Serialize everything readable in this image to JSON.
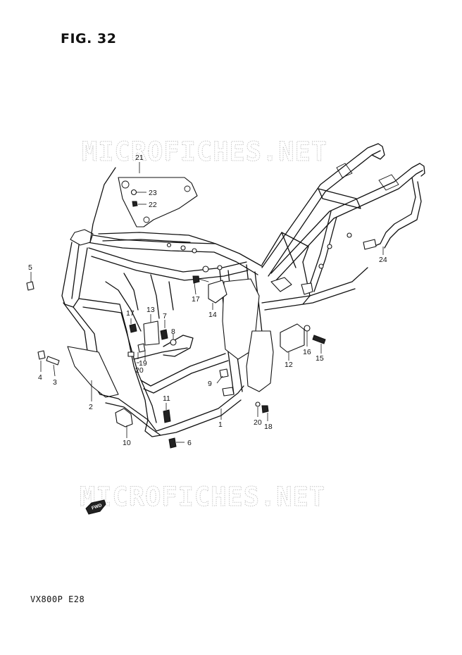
{
  "figure": {
    "title": "FIG. 32",
    "model_code": "VX800P  E28"
  },
  "watermark": {
    "text": "MICROFICHES.NET"
  },
  "direction_marker": {
    "label": "FWD"
  },
  "callouts": [
    {
      "id": "c1",
      "label": "1"
    },
    {
      "id": "c2",
      "label": "2"
    },
    {
      "id": "c3",
      "label": "3"
    },
    {
      "id": "c4",
      "label": "4"
    },
    {
      "id": "c5",
      "label": "5"
    },
    {
      "id": "c6",
      "label": "6"
    },
    {
      "id": "c7",
      "label": "7"
    },
    {
      "id": "c8",
      "label": "8"
    },
    {
      "id": "c9",
      "label": "9"
    },
    {
      "id": "c10",
      "label": "10"
    },
    {
      "id": "c11",
      "label": "11"
    },
    {
      "id": "c12",
      "label": "12"
    },
    {
      "id": "c13",
      "label": "13"
    },
    {
      "id": "c14",
      "label": "14"
    },
    {
      "id": "c15",
      "label": "15"
    },
    {
      "id": "c16",
      "label": "16"
    },
    {
      "id": "c17a",
      "label": "17"
    },
    {
      "id": "c17b",
      "label": "17"
    },
    {
      "id": "c18",
      "label": "18"
    },
    {
      "id": "c19",
      "label": "19"
    },
    {
      "id": "c20a",
      "label": "20"
    },
    {
      "id": "c20b",
      "label": "20"
    },
    {
      "id": "c21",
      "label": "21"
    },
    {
      "id": "c22",
      "label": "22"
    },
    {
      "id": "c23",
      "label": "23"
    },
    {
      "id": "c24",
      "label": "24"
    }
  ]
}
